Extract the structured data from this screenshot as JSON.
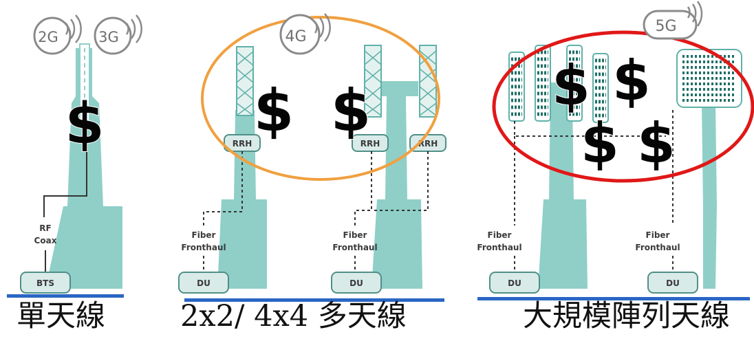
{
  "colors": {
    "tower": "#8fcfc8",
    "tower_dark": "#5fb1a9",
    "box_fill": "#d9ebe8",
    "box_stroke": "#4f8f88",
    "ring_4g": "#f0a040",
    "ring_5g": "#e01818",
    "base_line": "#2a66c4",
    "dollar": "#050505"
  },
  "panels": [
    {
      "generation_badges": [
        "2G",
        "3G"
      ],
      "cable_label_line1": "RF",
      "cable_label_line2": "Coax",
      "unit_box": "BTS",
      "dollar_signs": [
        "$"
      ],
      "caption": "單天線"
    },
    {
      "generation_badges": [
        "4G"
      ],
      "radio_heads": [
        "RRH",
        "RRH",
        "RRH"
      ],
      "fronthaul_line1": "Fiber",
      "fronthaul_line2": "Fronthaul",
      "unit_boxes": [
        "DU",
        "DU"
      ],
      "dollar_signs": [
        "$",
        "$"
      ],
      "caption": "2x2/ 4x4 多天線"
    },
    {
      "generation_badges": [
        "5G"
      ],
      "fronthaul_line1": "Fiber",
      "fronthaul_line2": "Fronthaul",
      "unit_boxes": [
        "DU",
        "DU"
      ],
      "dollar_signs": [
        "$",
        "$",
        "$",
        "$"
      ],
      "caption": "大規模陣列天線"
    }
  ]
}
